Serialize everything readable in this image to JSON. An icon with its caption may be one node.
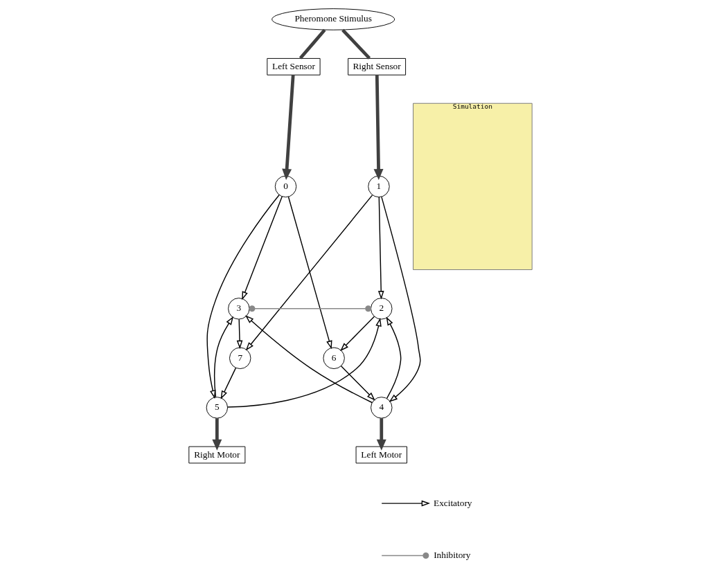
{
  "diagram": {
    "nodes": [
      {
        "text": [
          "Pheromone Stimulus"
        ]
      },
      {
        "text": [
          "Left Sensor"
        ]
      },
      {
        "text": [
          "Right Sensor"
        ]
      },
      {
        "text": [
          "0"
        ]
      },
      {
        "text": [
          "1"
        ]
      },
      {
        "text": [
          "2"
        ]
      },
      {
        "text": [
          "3"
        ]
      },
      {
        "text": [
          "6"
        ]
      },
      {
        "text": [
          "7"
        ]
      },
      {
        "text": [
          "4"
        ]
      },
      {
        "text": [
          "5"
        ]
      },
      {
        "text": [
          "Left Motor"
        ]
      },
      {
        "text": [
          "Right Motor"
        ]
      }
    ],
    "edges": [
      {
        "from": 0,
        "to": 1,
        "arrow": "none",
        "style": "thick",
        "color": "#404040"
      },
      {
        "from": 0,
        "to": 2,
        "arrow": "none",
        "style": "thick",
        "color": "#404040"
      },
      {
        "from": 1,
        "to": 3,
        "arrow": "to",
        "style": "thick",
        "color": "#404040"
      },
      {
        "from": 2,
        "to": 4,
        "arrow": "to",
        "style": "thick",
        "color": "#404040"
      },
      {
        "from": 3,
        "to": 6,
        "arrow": "to"
      },
      {
        "from": 3,
        "to": 7,
        "arrow": "to"
      },
      {
        "from": 3,
        "to": 10,
        "arrow": "to"
      },
      {
        "from": 4,
        "to": 5,
        "arrow": "to"
      },
      {
        "from": 4,
        "to": 9,
        "arrow": "to"
      },
      {
        "from": 4,
        "to": 8,
        "arrow": "to"
      },
      {
        "from": 5,
        "to": 6,
        "arrow": "other",
        "color": "#888888"
      },
      {
        "from": 5,
        "to": 7,
        "arrow": "to"
      },
      {
        "from": 6,
        "to": 8,
        "arrow": "to"
      },
      {
        "from": 7,
        "to": 9,
        "arrow": "to"
      },
      {
        "from": 8,
        "to": 10,
        "arrow": "to"
      },
      {
        "from": 9,
        "to": 5,
        "arrow": "to"
      },
      {
        "from": 10,
        "to": 5,
        "arrow": "to"
      },
      {
        "from": 9,
        "to": 6,
        "arrow": "to"
      },
      {
        "from": 10,
        "to": 6,
        "arrow": "to"
      },
      {
        "from": 9,
        "to": 11,
        "arrow": "to",
        "style": "thick",
        "color": "#404040"
      },
      {
        "from": 10,
        "to": 12,
        "arrow": "to",
        "style": "thick",
        "color": "#404040"
      }
    ],
    "labels": [
      "Simulation"
    ],
    "legend": [
      {
        "text": "Excitatory"
      },
      {
        "text": "Inhibitory"
      }
    ]
  }
}
